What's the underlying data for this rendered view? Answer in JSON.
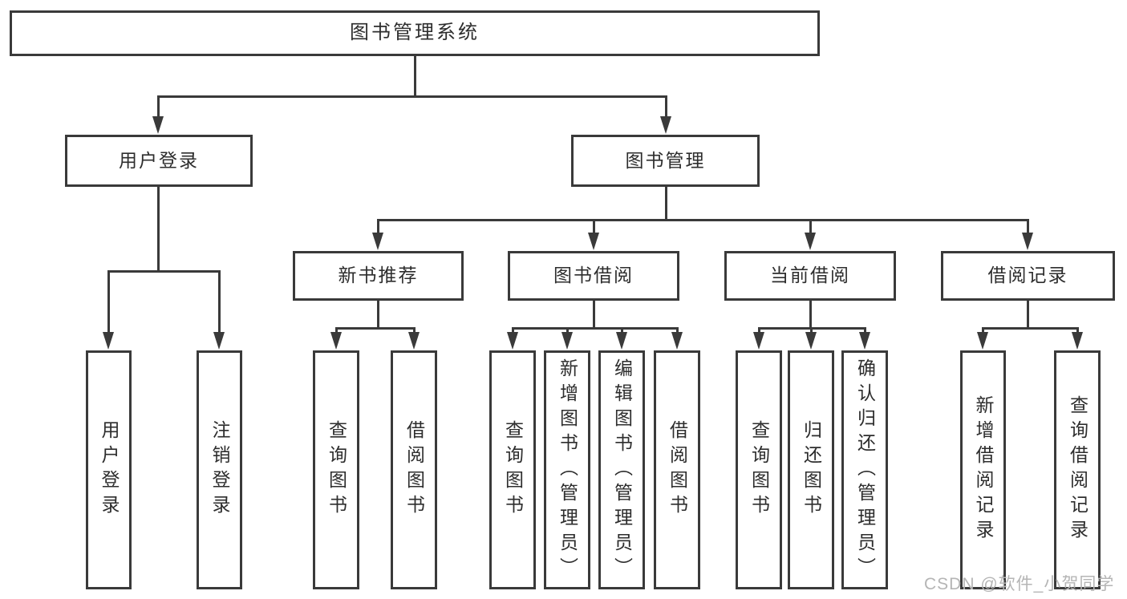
{
  "diagram_type": "hierarchy-tree",
  "tree": {
    "label": "图书管理系统",
    "children": [
      {
        "label": "用户登录",
        "children": [
          {
            "label": "用户登录"
          },
          {
            "label": "注销登录"
          }
        ]
      },
      {
        "label": "图书管理",
        "children": [
          {
            "label": "新书推荐",
            "children": [
              {
                "label": "查询图书"
              },
              {
                "label": "借阅图书"
              }
            ]
          },
          {
            "label": "图书借阅",
            "children": [
              {
                "label": "查询图书"
              },
              {
                "label": "新增图书（管理员）"
              },
              {
                "label": "编辑图书（管理员）"
              },
              {
                "label": "借阅图书"
              }
            ]
          },
          {
            "label": "当前借阅",
            "children": [
              {
                "label": "查询图书"
              },
              {
                "label": "归还图书"
              },
              {
                "label": "确认归还（管理员）"
              }
            ]
          },
          {
            "label": "借阅记录",
            "children": [
              {
                "label": "新增借阅记录"
              },
              {
                "label": "查询借阅记录"
              }
            ]
          }
        ]
      }
    ]
  },
  "watermark": {
    "text": "CSDN @软件_小贺同学"
  },
  "colors": {
    "line": "#3a3a3a",
    "text": "#2d2d2d",
    "background": "#ffffff",
    "watermark": "#b5b5b5"
  }
}
